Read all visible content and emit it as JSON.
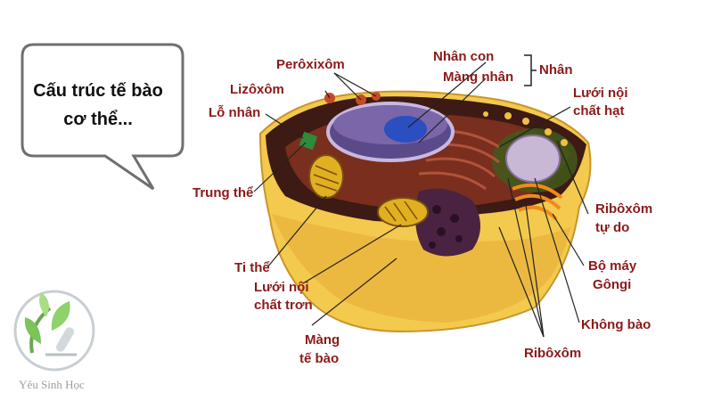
{
  "bubble": {
    "text_line1": "Cấu trúc tế bào",
    "text_line2": "cơ thể..."
  },
  "labels": {
    "peroxixom": "Perôxixôm",
    "nhan_con": "Nhân con",
    "mang_nhan": "Màng nhân",
    "nhan": "Nhân",
    "lizoxom": "Lizôxôm",
    "lo_nhan": "Lỗ nhân",
    "luoi_noi_chat_hat_1": "Lưới nội",
    "luoi_noi_chat_hat_2": "chất hạt",
    "trung_the": "Trung thể",
    "riboxom_tu_do_1": "Ribôxôm",
    "riboxom_tu_do_2": "tự do",
    "ti_the": "Ti thể",
    "luoi_noi_chat_tron_1": "Lưới nội",
    "luoi_noi_chat_tron_2": "chất trơn",
    "bo_may_gongi_1": "Bộ máy",
    "bo_may_gongi_2": "Gôngi",
    "khong_bao": "Không bào",
    "mang_te_bao_1": "Màng",
    "mang_te_bao_2": "tế bào",
    "riboxom": "Ribôxôm"
  },
  "watermark": {
    "text": "Yêu Sinh Học"
  },
  "colors": {
    "label": "#8b1a1a",
    "cell_body": "#f3c94e",
    "cytoplasm": "#7a2e1e",
    "nucleus": "#5a4a8a",
    "nucleolus": "#2b4fc0",
    "watermark": "#9aa0a4"
  }
}
